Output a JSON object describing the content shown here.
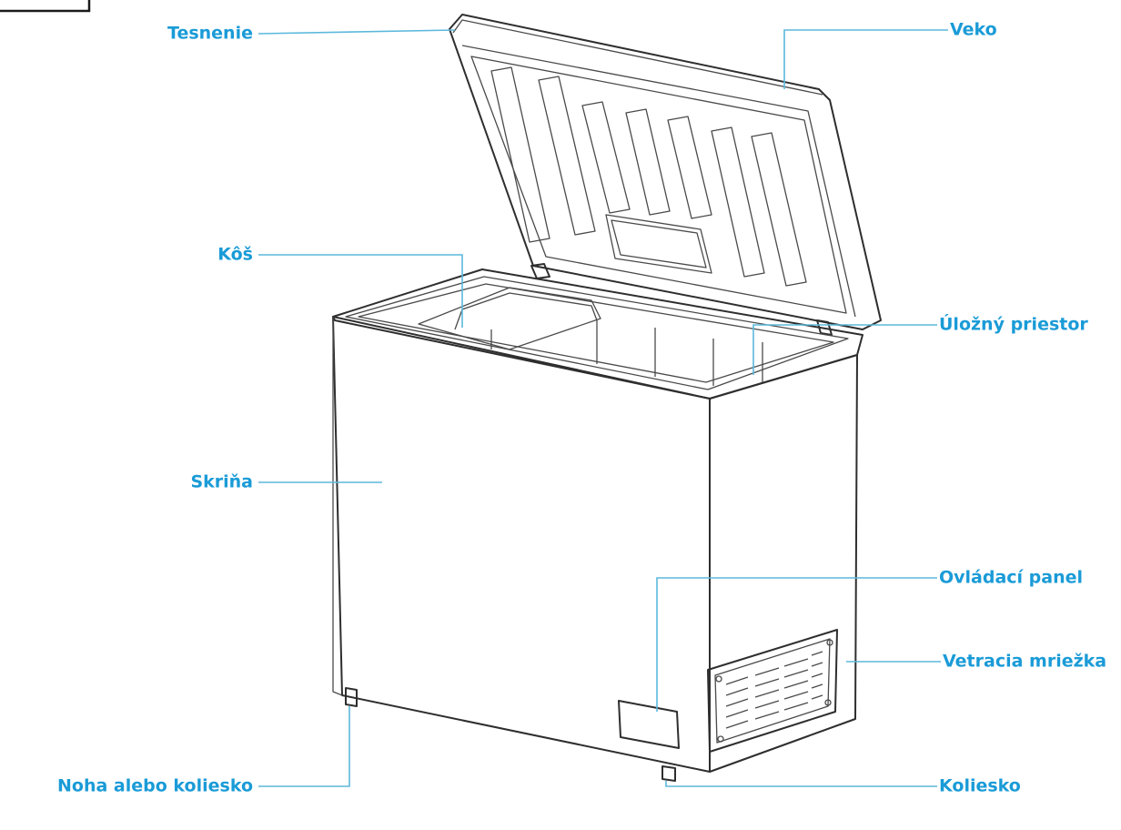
{
  "colors": {
    "label": "#1a9bd7",
    "leader": "#5bb8dc",
    "outline": "#2e2e2e",
    "frame": "#1a1a1a"
  },
  "callouts": {
    "gasket": "Tesnenie",
    "lid": "Veko",
    "basket": "Kôš",
    "storage": "Úložný priestor",
    "cabinet": "Skriňa",
    "control_panel": "Ovládací panel",
    "vent_grille": "Vetracia mriežka",
    "foot_or_wheel": "Noha alebo koliesko",
    "wheel": "Koliesko"
  }
}
